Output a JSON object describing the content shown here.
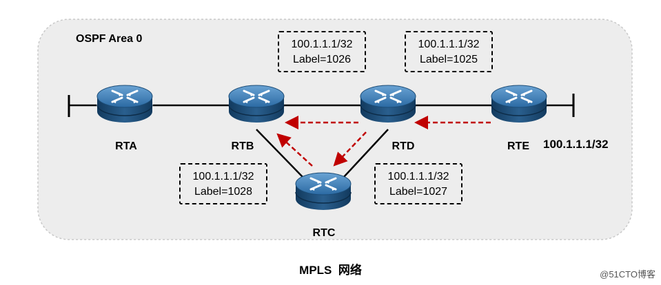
{
  "area": {
    "title": "OSPF Area 0"
  },
  "routers": [
    {
      "id": "rta",
      "name": "RTA"
    },
    {
      "id": "rtb",
      "name": "RTB"
    },
    {
      "id": "rtc",
      "name": "RTC"
    },
    {
      "id": "rtd",
      "name": "RTD"
    },
    {
      "id": "rte",
      "name": "RTE"
    }
  ],
  "labels": [
    {
      "prefix": "100.1.1.1/32",
      "label": "Label=1026"
    },
    {
      "prefix": "100.1.1.1/32",
      "label": "Label=1025"
    },
    {
      "prefix": "100.1.1.1/32",
      "label": "Label=1028"
    },
    {
      "prefix": "100.1.1.1/32",
      "label": "Label=1027"
    }
  ],
  "destination": "100.1.1.1/32",
  "caption": "MPLS  网络",
  "watermark": "@51CTO博客",
  "colors": {
    "area_fill": "#ededed",
    "router_body": "#1d4f7c",
    "router_top": "#3c7eb6",
    "arrow": "#c00000"
  }
}
